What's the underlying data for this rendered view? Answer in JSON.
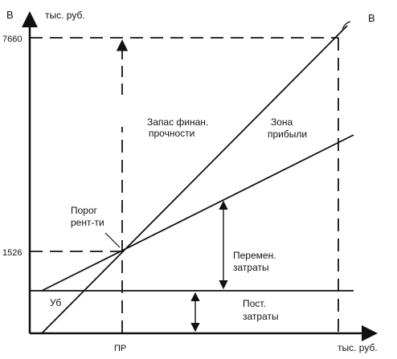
{
  "axes": {
    "y_letter": "В",
    "y_unit": "тыс. руб.",
    "x_unit": "тыс. руб.",
    "right_letter": "В"
  },
  "ticks": {
    "y_top": "7660",
    "y_mid": "1526",
    "x_point": "ПР"
  },
  "labels": {
    "safety_margin_1": "Запас финан.",
    "safety_margin_2": "прочности",
    "profit_zone_1": "Зона",
    "profit_zone_2": "прибыли",
    "breakeven_1": "Порог",
    "breakeven_2": "рент-ти",
    "variable_costs_1": "Перемен.",
    "variable_costs_2": "затраты",
    "loss": "Уб",
    "fixed_costs_1": "Пост.",
    "fixed_costs_2": "затраты"
  },
  "colors": {
    "ink": "#111111"
  }
}
